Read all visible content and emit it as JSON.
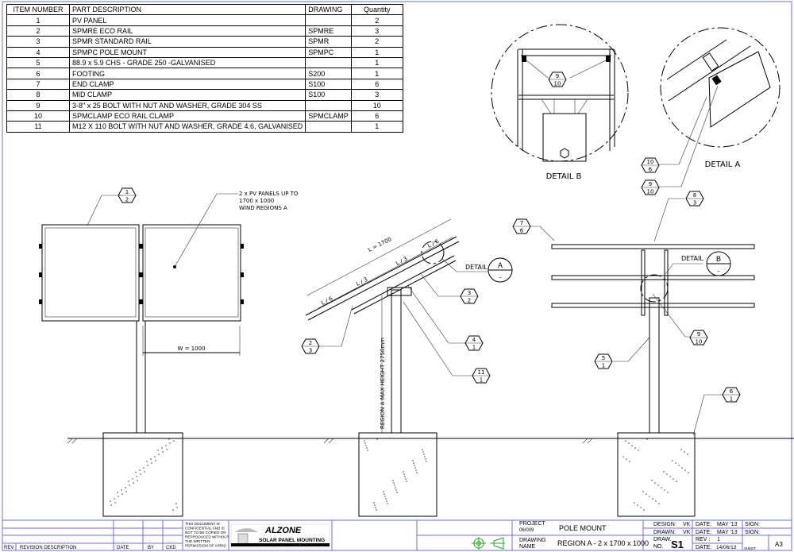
{
  "bom": {
    "headers": [
      "ITEM NUMBER",
      "PART DESCRIPTION",
      "DRAWING",
      "Quantity"
    ],
    "rows": [
      [
        "1",
        "PV PANEL",
        "",
        "2"
      ],
      [
        "2",
        "SPMRE ECO RAIL",
        "SPMRE",
        "3"
      ],
      [
        "3",
        "SPMR STANDARD RAIL",
        "SPMR",
        "2"
      ],
      [
        "4",
        "SPMPC POLE MOUNT",
        "SPMPC",
        "1"
      ],
      [
        "5",
        "88.9 x 5.9 CHS - GRADE 250 -GALVANISED",
        "",
        "1"
      ],
      [
        "6",
        "FOOTING",
        "S200",
        "1"
      ],
      [
        "7",
        "END CLAMP",
        "S100",
        "6"
      ],
      [
        "8",
        "MID CLAMP",
        "S100",
        "3"
      ],
      [
        "9",
        "3-8\" x 25 BOLT WITH NUT AND WASHER, GRADE 304 SS",
        "",
        "10"
      ],
      [
        "10",
        "SPMCLAMP ECO RAIL CLAMP",
        "SPMCLAMP",
        "6"
      ],
      [
        "11",
        "M12 X 110 BOLT WITH NUT AND WASHER, GRADE 4.6, GALVANISED",
        "",
        "1"
      ]
    ]
  },
  "front_view": {
    "note": [
      "2 x PV PANELS UP TO",
      "1700 x 1000",
      "WIND REGIONS A"
    ],
    "width_dim": "W = 1000",
    "balloon": [
      "1",
      "2"
    ]
  },
  "side_view": {
    "length_dim": "L = 1700",
    "segments": [
      "L / 6",
      "L / 3",
      "L / 3",
      "L / 6"
    ],
    "height_dim": "REGION A MAX HEIGHT 2750mm",
    "detail_label": "DETAIL",
    "detail_id": "A",
    "detail_sheet": "–",
    "balloons": [
      [
        "3",
        "2"
      ],
      [
        "2",
        "3"
      ],
      [
        "4",
        "1"
      ],
      [
        "11",
        "1"
      ]
    ]
  },
  "rear_view": {
    "detail_label": "DETAIL",
    "detail_id": "B",
    "detail_sheet": "–",
    "balloons": [
      [
        "7",
        "6"
      ],
      [
        "8",
        "3"
      ],
      [
        "9",
        "10"
      ],
      [
        "5",
        "1"
      ],
      [
        "6",
        "1"
      ]
    ]
  },
  "details": {
    "detail_b": {
      "title": "DETAIL B",
      "balloon": [
        "9",
        "10"
      ]
    },
    "detail_a": {
      "title": "DETAIL A",
      "balloons": [
        [
          "10",
          "6"
        ],
        [
          "9",
          "10"
        ]
      ]
    }
  },
  "title_block": {
    "revision_headers": [
      "REV",
      "REVISION DESCRIPTION",
      "DATE",
      "BY",
      "CKD"
    ],
    "confidential": [
      "THIS DOCUMENT IS",
      "CONFIDENTIAL AND IS",
      "NOT TO BE COPIED OR",
      "REPRODUCED WITHOUT",
      "THE WRITTEN",
      "PERMISSION OF ARRID"
    ],
    "logo_name": "ALZONE",
    "logo_sub": "SOLAR PANEL MOUNTING",
    "project_label": "PROJECT",
    "project_no": "06/009",
    "project_name": "POLE MOUNT",
    "drawing_name_label": [
      "DRAWING",
      "NAME"
    ],
    "drawing_name": "REGION A - 2 x 1700  x 1000",
    "design_label": "DESIGN:",
    "design_by": "VK",
    "drawn_label": "DRAWN:",
    "drawn_by": "VK",
    "date_label": "DATE:",
    "design_date": "MAY '13",
    "drawn_date": "MAY '13",
    "sign_label": "SIGN:",
    "draw_no_label": [
      "DRAW.",
      "NO."
    ],
    "draw_no": "S1",
    "rev_label": "REV :",
    "rev": "1",
    "rev_date": "14/06/13",
    "sheet_label": "SHEET",
    "size": "A3"
  },
  "colors": {
    "border": "#6b6be0",
    "projection_symbol": "#22aa22"
  }
}
